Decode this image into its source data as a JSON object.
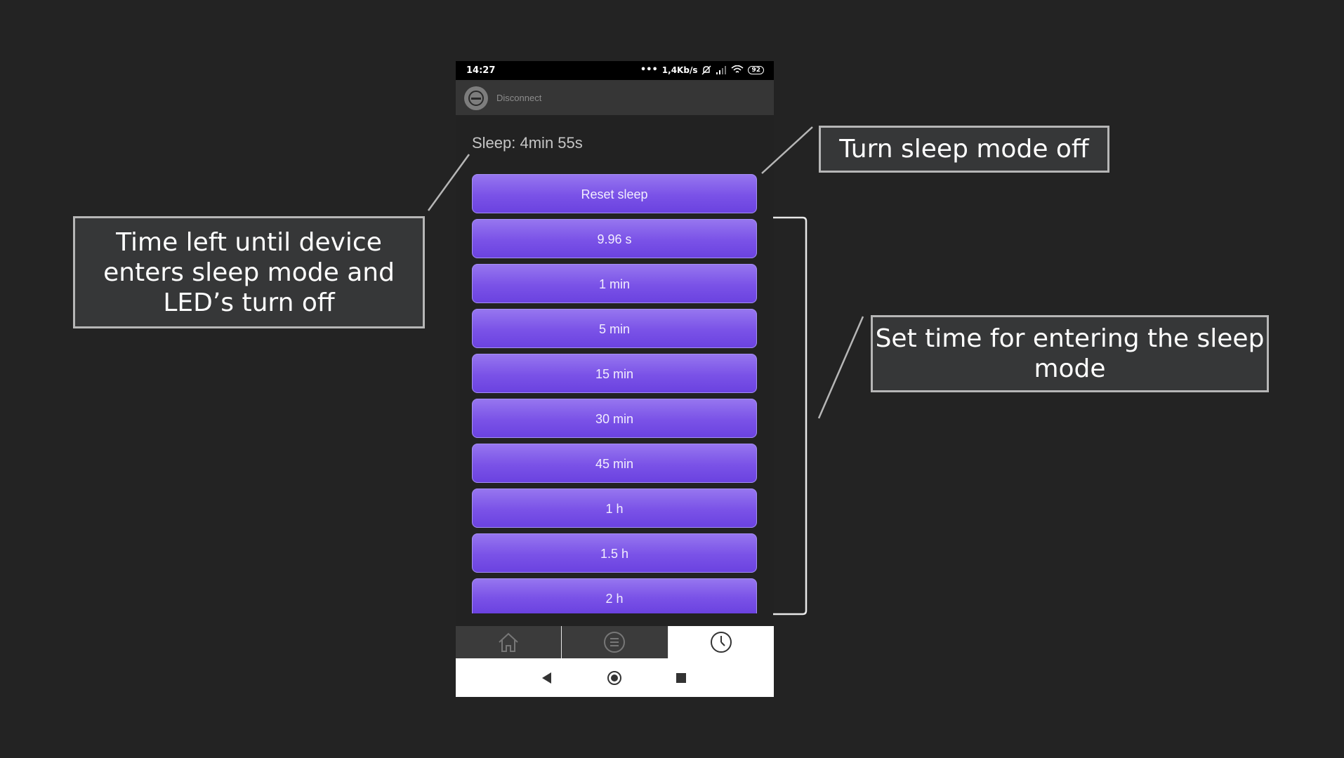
{
  "status_bar": {
    "time": "14:27",
    "network_speed": "1,4Kb/s",
    "battery": "92",
    "icons": [
      "dots-icon",
      "mute-icon",
      "signal-icon",
      "wifi-icon",
      "battery-icon"
    ]
  },
  "app_bar": {
    "disconnect_label": "Disconnect",
    "disconnect_icon": "minus-circle-icon"
  },
  "sleep": {
    "status": "Sleep: 4min 55s",
    "reset_label": "Reset sleep",
    "timer_options": [
      "9.96 s",
      "1 min",
      "5 min",
      "15 min",
      "30 min",
      "45 min",
      "1 h",
      "1.5 h",
      "2 h"
    ]
  },
  "tabs": [
    {
      "icon": "home-icon",
      "active": false
    },
    {
      "icon": "list-icon",
      "active": false
    },
    {
      "icon": "clock-icon",
      "active": true
    }
  ],
  "nav": {
    "icons": [
      "back-icon",
      "home-circle-icon",
      "recent-apps-icon"
    ]
  },
  "annotations": {
    "time_left": [
      "Time left until device",
      "enters sleep mode and",
      "LED’s turn off"
    ],
    "turn_off": "Turn sleep mode off",
    "set_time": [
      "Set time for entering the sleep",
      "mode"
    ]
  },
  "colors": {
    "background": "#232323",
    "button_purple": "#7a52e7",
    "callout_bg": "#363738",
    "callout_border": "#b6b6b6"
  }
}
